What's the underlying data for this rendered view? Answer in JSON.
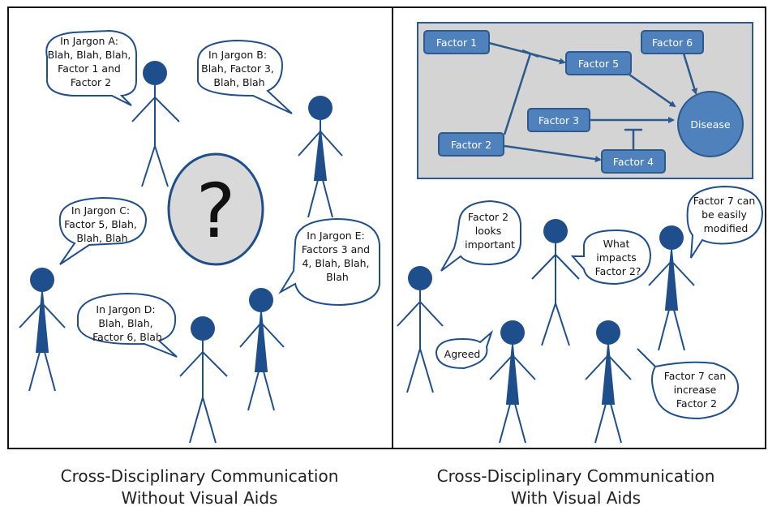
{
  "left_panel": {
    "caption_line1": "Cross-Disciplinary Communication",
    "caption_line2": "Without Visual Aids",
    "question_mark": "?",
    "bubbles": [
      {
        "lines": [
          "In Jargon A:",
          "Blah, Blah, Blah,",
          "Factor 1 and",
          "Factor 2"
        ]
      },
      {
        "lines": [
          "In Jargon B:",
          "Blah, Factor 3,",
          "Blah, Blah"
        ]
      },
      {
        "lines": [
          "In Jargon C:",
          "Factor 5, Blah,",
          "Blah, Blah"
        ]
      },
      {
        "lines": [
          "In Jargon D:",
          "Blah, Blah,",
          "Factor 6, Blah"
        ]
      },
      {
        "lines": [
          "In Jargon E:",
          "Factors 3 and",
          "4, Blah, Blah,",
          "Blah"
        ]
      }
    ]
  },
  "right_panel": {
    "caption_line1": "Cross-Disciplinary Communication",
    "caption_line2": "With Visual Aids",
    "diagram": {
      "factor1": "Factor 1",
      "factor2": "Factor 2",
      "factor3": "Factor 3",
      "factor4": "Factor 4",
      "factor5": "Factor 5",
      "factor6": "Factor 6",
      "disease": "Disease"
    },
    "bubbles": [
      {
        "lines": [
          "Factor 2",
          "looks",
          "important"
        ]
      },
      {
        "lines": [
          "What",
          "impacts",
          "Factor 2?"
        ]
      },
      {
        "lines": [
          "Factor 7 can",
          "be easily",
          "modified"
        ]
      },
      {
        "lines": [
          "Agreed"
        ]
      },
      {
        "lines": [
          "Factor 7 can",
          "increase",
          "Factor 2"
        ]
      }
    ]
  },
  "colors": {
    "figure_blue": "#1f4e8c",
    "box_blue": "#4f81bd",
    "box_border": "#2c5a8e",
    "diagram_bg": "#d4d4d4",
    "bubble_border": "#1f4e8c"
  }
}
